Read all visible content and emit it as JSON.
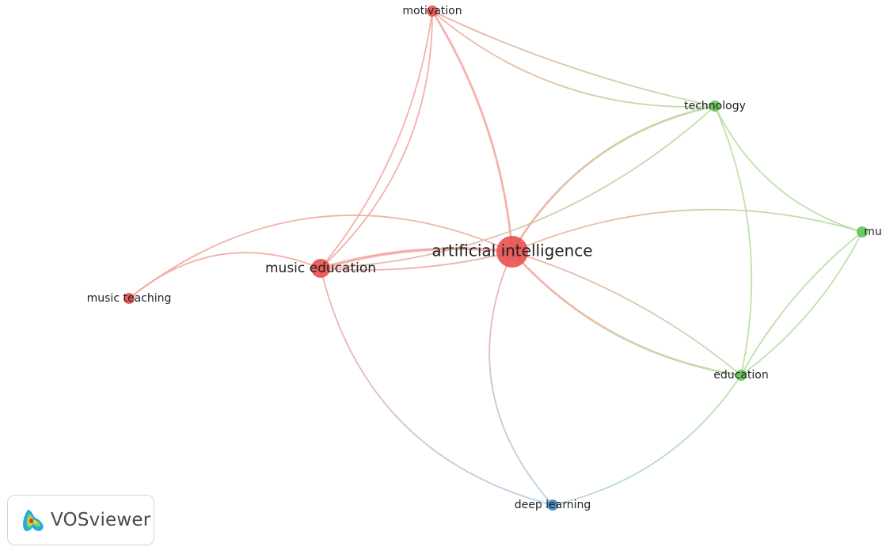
{
  "brand": {
    "name": "VOSviewer",
    "logo_icon": "vosviewer-logo-icon"
  },
  "colors": {
    "cluster_red": "#e8504f",
    "cluster_green": "#62c356",
    "cluster_blue": "#3f86c8",
    "edge_red": "#f2a29a",
    "edge_green": "#b2dc9c",
    "edge_blue": "#a9cce8"
  },
  "network": {
    "nodes": [
      {
        "id": "ai",
        "label": "artificial intelligence",
        "cluster": "red",
        "weight": 5
      },
      {
        "id": "me",
        "label": "music education",
        "cluster": "red",
        "weight": 3
      },
      {
        "id": "mot",
        "label": "motivation",
        "cluster": "red",
        "weight": 1
      },
      {
        "id": "mt",
        "label": "music teaching",
        "cluster": "red",
        "weight": 1
      },
      {
        "id": "tech",
        "label": "technology",
        "cluster": "green",
        "weight": 1
      },
      {
        "id": "music",
        "label": "music",
        "cluster": "green",
        "weight": 1
      },
      {
        "id": "edu",
        "label": "education",
        "cluster": "green",
        "weight": 1
      },
      {
        "id": "dl",
        "label": "deep learning",
        "cluster": "blue",
        "weight": 1
      }
    ],
    "links": [
      {
        "source": "ai",
        "target": "me",
        "strength": 3
      },
      {
        "source": "ai",
        "target": "me",
        "strength": 1
      },
      {
        "source": "ai",
        "target": "mot",
        "strength": 2
      },
      {
        "source": "ai",
        "target": "tech",
        "strength": 2
      },
      {
        "source": "ai",
        "target": "music",
        "strength": 1
      },
      {
        "source": "ai",
        "target": "edu",
        "strength": 2
      },
      {
        "source": "ai",
        "target": "edu",
        "strength": 1
      },
      {
        "source": "ai",
        "target": "dl",
        "strength": 1
      },
      {
        "source": "ai",
        "target": "mt",
        "strength": 1
      },
      {
        "source": "me",
        "target": "mot",
        "strength": 1
      },
      {
        "source": "me",
        "target": "mot",
        "strength": 1
      },
      {
        "source": "me",
        "target": "mt",
        "strength": 1
      },
      {
        "source": "me",
        "target": "tech",
        "strength": 1
      },
      {
        "source": "me",
        "target": "dl",
        "strength": 1
      },
      {
        "source": "mot",
        "target": "tech",
        "strength": 1
      },
      {
        "source": "mot",
        "target": "tech",
        "strength": 1
      },
      {
        "source": "tech",
        "target": "music",
        "strength": 1
      },
      {
        "source": "tech",
        "target": "edu",
        "strength": 1
      },
      {
        "source": "music",
        "target": "edu",
        "strength": 1
      },
      {
        "source": "music",
        "target": "edu",
        "strength": 1
      },
      {
        "source": "edu",
        "target": "dl",
        "strength": 1
      }
    ]
  }
}
